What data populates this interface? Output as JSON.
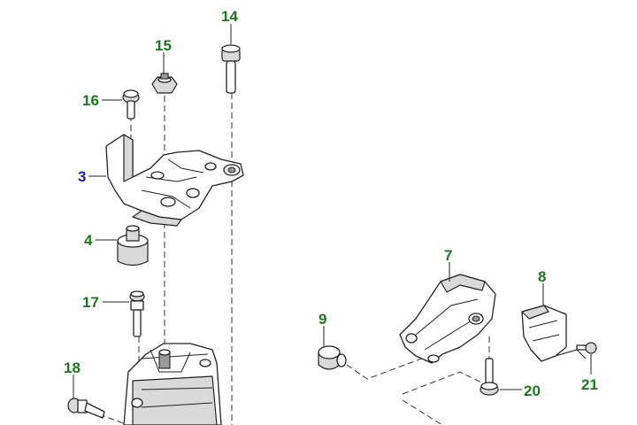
{
  "colors": {
    "callout_green": "#1a7a1a",
    "callout_blue": "#1a1acc",
    "line": "#222222"
  },
  "callouts": [
    {
      "id": "p3",
      "text": "3",
      "color": "#1a1acc"
    },
    {
      "id": "p4",
      "text": "4",
      "color": "#1a7a1a"
    },
    {
      "id": "p7",
      "text": "7",
      "color": "#1a7a1a"
    },
    {
      "id": "p8",
      "text": "8",
      "color": "#1a7a1a"
    },
    {
      "id": "p9",
      "text": "9",
      "color": "#1a7a1a"
    },
    {
      "id": "p14",
      "text": "14",
      "color": "#1a7a1a"
    },
    {
      "id": "p15",
      "text": "15",
      "color": "#1a7a1a"
    },
    {
      "id": "p16",
      "text": "16",
      "color": "#1a7a1a"
    },
    {
      "id": "p17",
      "text": "17",
      "color": "#1a7a1a"
    },
    {
      "id": "p18",
      "text": "18",
      "color": "#1a7a1a"
    },
    {
      "id": "p20",
      "text": "20",
      "color": "#1a7a1a"
    },
    {
      "id": "p21",
      "text": "21",
      "color": "#1a7a1a"
    }
  ]
}
